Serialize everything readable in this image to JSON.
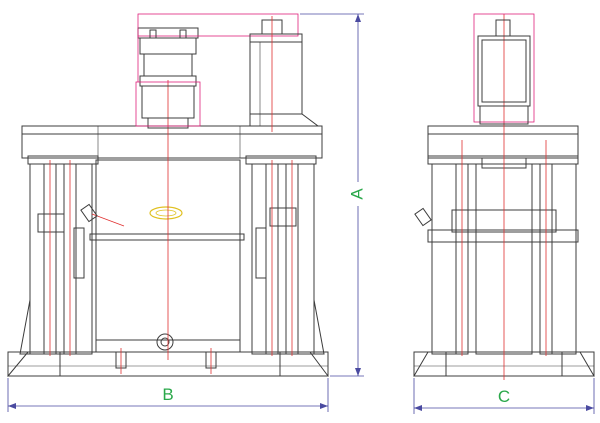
{
  "dimensions": {
    "height_label": "A",
    "width_label": "B",
    "depth_label": "C"
  },
  "colors": {
    "outline": "#3c3c3c",
    "centerline": "#e03030",
    "highlight": "#e0207a",
    "dimension_line": "#4a4aa0",
    "dimension_text": "#2aa84a",
    "tank_fill": "#ffffff",
    "viewport": "#2a8ab8",
    "sight_glass": "#e0c020"
  }
}
